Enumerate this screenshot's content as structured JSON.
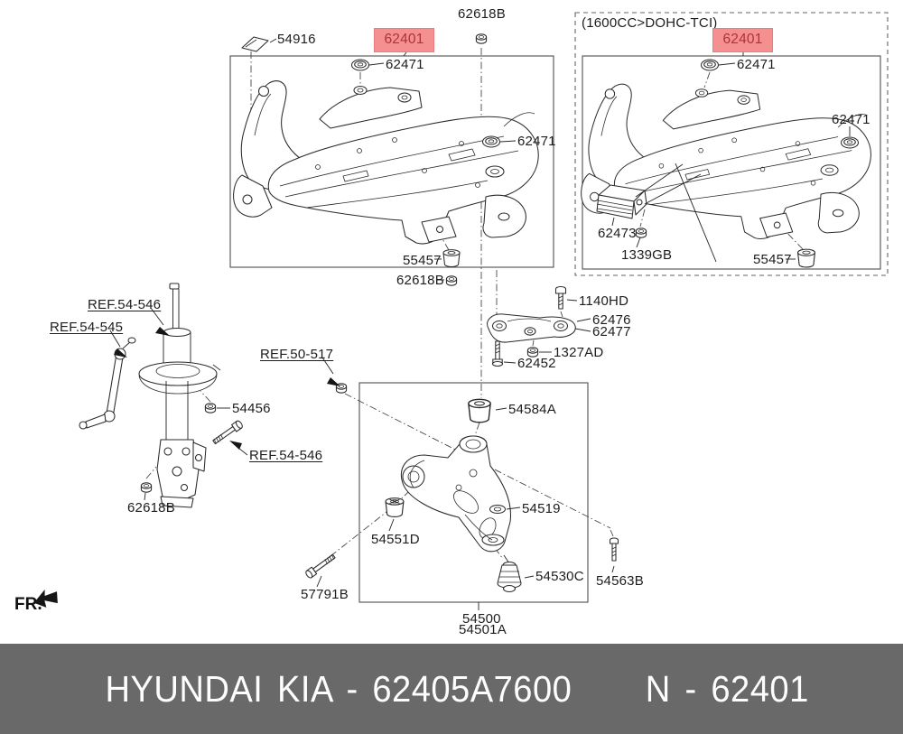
{
  "variant_note": "(1600CC>DOHC-TCI)",
  "fr_indicator": "FR.",
  "selected_part": "62401",
  "colors": {
    "highlight_bg": "#f59090",
    "highlight_text": "#ae3338",
    "footer_bg": "#696969",
    "footer_text": "#fdfdfd",
    "line": "#2b2b2b"
  },
  "footer": {
    "brand_part": "HYUNDAI KIA - 62405A7600",
    "catalog_ref": "N - 62401"
  },
  "labels": [
    {
      "text": "62618B"
    },
    {
      "text": "54916"
    },
    {
      "text": "62401"
    },
    {
      "text": "62471"
    },
    {
      "text": "62471"
    },
    {
      "text": "55457"
    },
    {
      "text": "62618B"
    },
    {
      "text": "(1600CC>DOHC-TCI)"
    },
    {
      "text": "62401"
    },
    {
      "text": "62471"
    },
    {
      "text": "62471"
    },
    {
      "text": "62473"
    },
    {
      "text": "1339GB"
    },
    {
      "text": "55457"
    },
    {
      "text": "REF.54-546"
    },
    {
      "text": "REF.54-545"
    },
    {
      "text": "54456"
    },
    {
      "text": "REF.50-517"
    },
    {
      "text": "REF.54-546"
    },
    {
      "text": "62618B"
    },
    {
      "text": "1140HD"
    },
    {
      "text": "62476"
    },
    {
      "text": "62477"
    },
    {
      "text": "1327AD"
    },
    {
      "text": "62452"
    },
    {
      "text": "54584A"
    },
    {
      "text": "54519"
    },
    {
      "text": "54551D"
    },
    {
      "text": "54530C"
    },
    {
      "text": "54563B"
    },
    {
      "text": "57791B"
    },
    {
      "text": "54500"
    },
    {
      "text": "54501A"
    }
  ]
}
